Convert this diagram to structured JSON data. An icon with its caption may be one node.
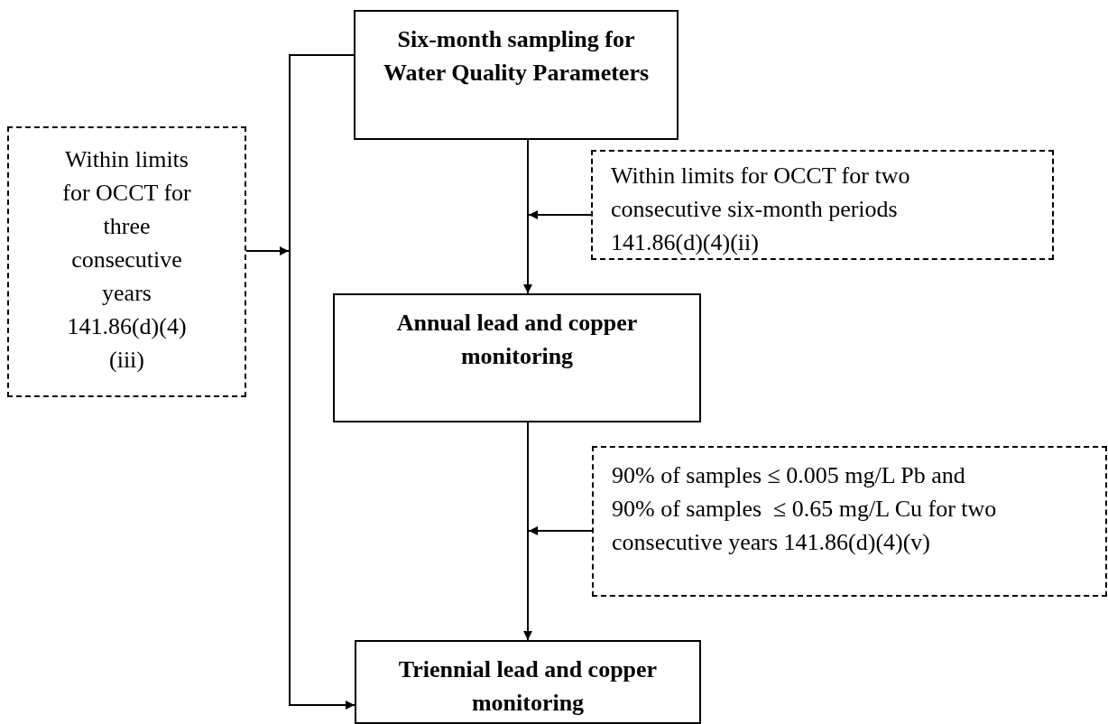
{
  "diagram": {
    "nodes": [
      {
        "text": [
          "Six-month sampling for Water Quality Parameters"
        ]
      },
      {
        "text": [
          "Within limits for OCCT for three consecutive years 141.86(d)(4)(iii)"
        ]
      },
      {
        "text": [
          "Within limits for OCCT for two consecutive six-month periods    141.86(d)(4)(ii)"
        ]
      },
      {
        "text": [
          "Annual lead and copper monitoring"
        ]
      },
      {
        "text": [
          "90% of samples ≤ 0.005 mg/L Pb and 90% of samples  ≤ 0.65 mg/L Cu for two consecutive years 141.86(d)(4)(v)"
        ]
      },
      {
        "text": [
          "Triennial lead and copper monitoring"
        ]
      }
    ],
    "edges": [
      {
        "from": 0,
        "to": 3,
        "arrow": "to"
      },
      {
        "from": 2,
        "to": null,
        "arrow": "to"
      },
      {
        "from": 3,
        "to": 5,
        "arrow": "to"
      },
      {
        "from": 4,
        "to": null,
        "arrow": "to"
      },
      {
        "from": 0,
        "to": 5,
        "arrow": "to"
      },
      {
        "from": 1,
        "to": null,
        "arrow": "to"
      }
    ]
  }
}
